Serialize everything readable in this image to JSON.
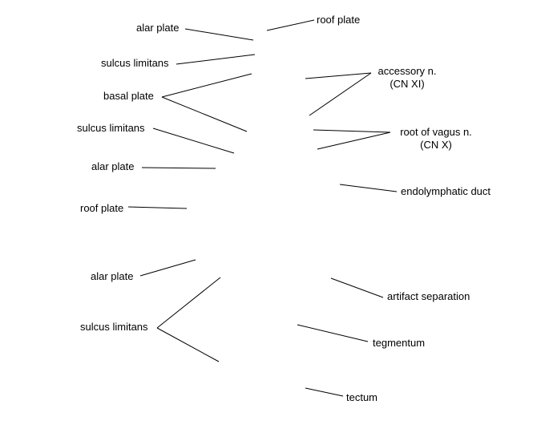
{
  "labels": {
    "alar_plate_1": "alar plate",
    "roof_plate_1": "roof plate",
    "sulcus_limitans_1": "sulcus limitans",
    "basal_plate": "basal plate",
    "accessory_n_line1": "accessory n.",
    "accessory_n_line2": "(CN XI)",
    "sulcus_limitans_2": "sulcus limitans",
    "root_vagus_line1": "root of vagus n.",
    "root_vagus_line2": "(CN X)",
    "alar_plate_2": "alar plate",
    "endolymphatic_duct": "endolymphatic duct",
    "roof_plate_2": "roof plate",
    "alar_plate_3": "alar plate",
    "artifact_separation": "artifact separation",
    "sulcus_limitans_3": "sulcus limitans",
    "tegmentum": "tegmentum",
    "tectum": "tectum"
  },
  "colors": {
    "background": "#ffffff",
    "text": "#000000",
    "lines": "#000000"
  }
}
